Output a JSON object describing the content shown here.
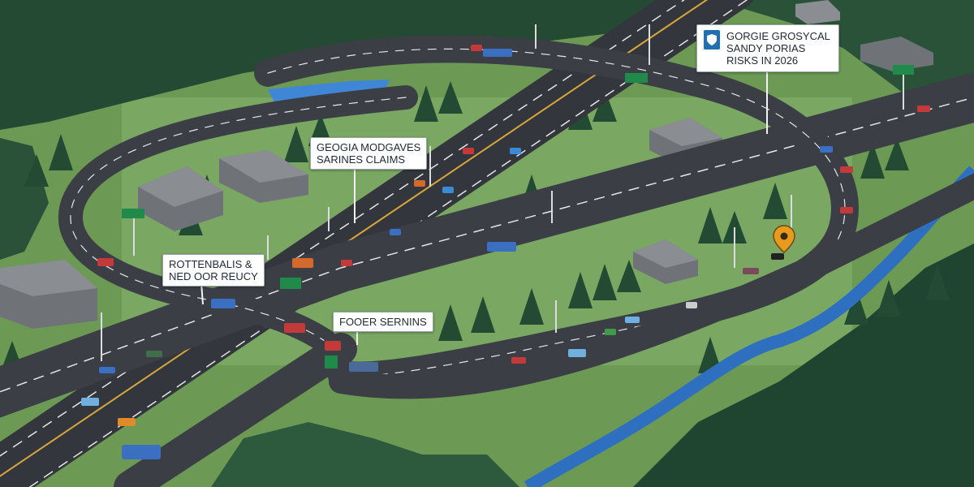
{
  "map": {
    "colors": {
      "forest": "#244a33",
      "grass": "#6c9a55",
      "road": "#3b3f45",
      "lane_marking": "#d9a73a",
      "edge_marking": "#e6e6e6",
      "river": "#2f6fc0",
      "roof": "#6f7378",
      "sign_green": "#1f8a4a",
      "marker": "#e89a1c"
    },
    "labels": [
      {
        "id": "gorgie-sign",
        "lines": [
          "GORGIE GROSYCAL",
          "SANDY PORIAS",
          "RISKS IN 2026"
        ],
        "has_shield": true
      },
      {
        "id": "georgia-label",
        "lines": [
          "GEOGIA MODGAVES",
          "SARINES CLAIMS"
        ]
      },
      {
        "id": "rottenbalis-label",
        "lines": [
          "ROTTENBALIS &",
          "NED OOR REUCY"
        ]
      },
      {
        "id": "foder-label",
        "lines": [
          "FOOER SERNINS"
        ]
      }
    ],
    "icons": [
      {
        "id": "location-pin",
        "name": "location-pin-icon"
      },
      {
        "id": "shield",
        "name": "shield-icon"
      }
    ]
  }
}
